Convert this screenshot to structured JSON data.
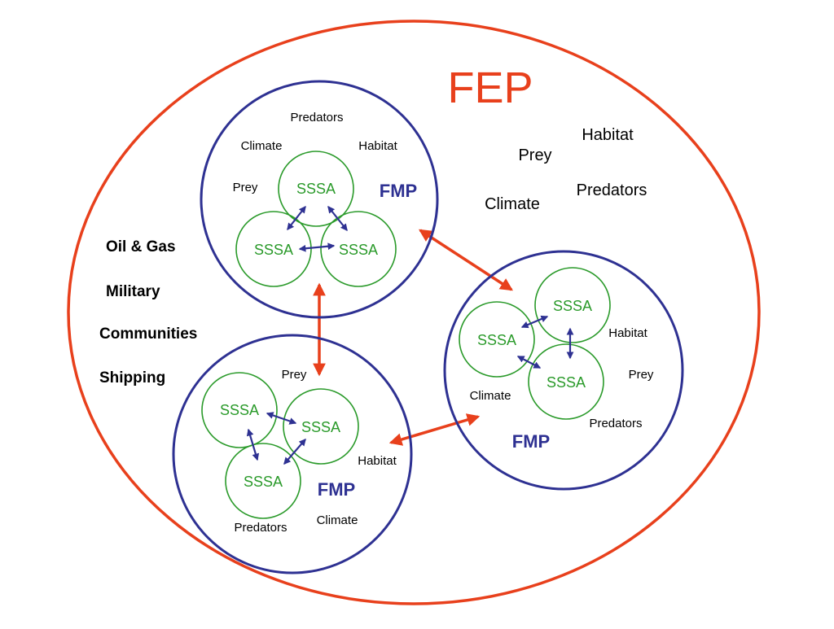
{
  "colors": {
    "outer": "#e8401c",
    "fmp": "#2e3192",
    "sssa": "#2a9a2a",
    "text": "#000000"
  },
  "fep": {
    "title": "FEP",
    "labels": {
      "habitat": "Habitat",
      "prey": "Prey",
      "predators": "Predators",
      "climate": "Climate"
    },
    "side_list": [
      "Oil & Gas",
      "Military",
      "Communities",
      "Shipping"
    ]
  },
  "fmp_top": {
    "label": "FMP",
    "labels": {
      "predators": "Predators",
      "climate": "Climate",
      "habitat": "Habitat",
      "prey": "Prey"
    },
    "sssa": [
      "SSSA",
      "SSSA",
      "SSSA"
    ]
  },
  "fmp_right": {
    "label": "FMP",
    "labels": {
      "habitat": "Habitat",
      "prey": "Prey",
      "climate": "Climate",
      "predators": "Predators"
    },
    "sssa": [
      "SSSA",
      "SSSA",
      "SSSA"
    ]
  },
  "fmp_bottom": {
    "label": "FMP",
    "labels": {
      "prey": "Prey",
      "habitat": "Habitat",
      "predators": "Predators",
      "climate": "Climate"
    },
    "sssa": [
      "SSSA",
      "SSSA",
      "SSSA"
    ]
  }
}
